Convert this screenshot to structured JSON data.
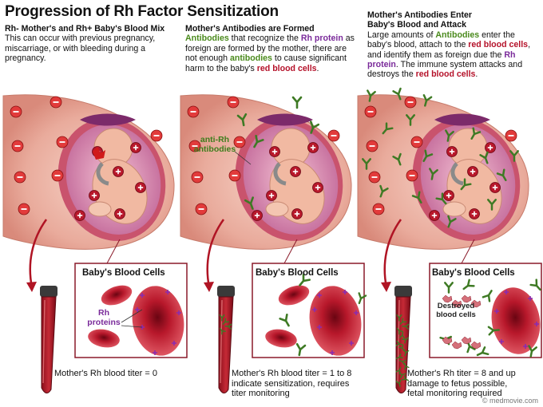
{
  "title": "Progression of Rh Factor Sensitization",
  "stages": [
    {
      "heading": "Rh- Mother's and Rh+ Baby's Blood Mix",
      "text": " This can occur with previous pregnancy, miscarriage, or with bleeding during a pregnancy.",
      "panel_title": "Baby's Blood Cells",
      "panel_label_line1": "Rh",
      "panel_label_line2": "proteins",
      "caption": "Mother's Rh blood titer = 0"
    },
    {
      "heading": "Mother's Antibodies are Formed",
      "t1": "Antibodies",
      "t2": " that recognize the ",
      "t3": "Rh protein",
      "t4": " as foreign are formed by the mother, there are not enough ",
      "t5": "antibodies",
      "t6": " to cause significant harm to the baby's ",
      "t7": "red blood cells",
      "t8": ".",
      "antibody_label_line1": "anti-Rh",
      "antibody_label_line2": "antibodies",
      "panel_title": "Baby's Blood Cells",
      "caption_line1": "Mother's Rh blood titer = 1 to 8",
      "caption_line2": "indicate sensitization, requires",
      "caption_line3": "titer monitoring"
    },
    {
      "heading_line1": "Mother's Antibodies Enter",
      "heading_line2": "Baby's Blood and Attack",
      "t1": "Large amounts of ",
      "t2": "Antibodies",
      "t3": " enter the baby's blood, attach to the ",
      "t4": "red blood cells",
      "t5": ", and identify them as foreign due the ",
      "t6": "Rh protein",
      "t7": ". The immune system attacks and destroys the ",
      "t8": "red blood cells",
      "t9": ".",
      "panel_title": "Baby's Blood Cells",
      "destroyed_line1": "Destroyed",
      "destroyed_line2": "blood cells",
      "caption_line1": "Mother's Rh titer = 8 and up",
      "caption_line2": "damage to fetus possible,",
      "caption_line3": "fetal monitoring required"
    }
  ],
  "credit": "© medmovie.com",
  "colors": {
    "womb_skin": "#e7a596",
    "womb_inner": "#c8739d",
    "fetus": "#f1b9a2",
    "blood": "#b01424",
    "antibody": "#3e7a24",
    "rh_protein": "#8a2bb0",
    "maternal_cell": "#e23b3b"
  }
}
